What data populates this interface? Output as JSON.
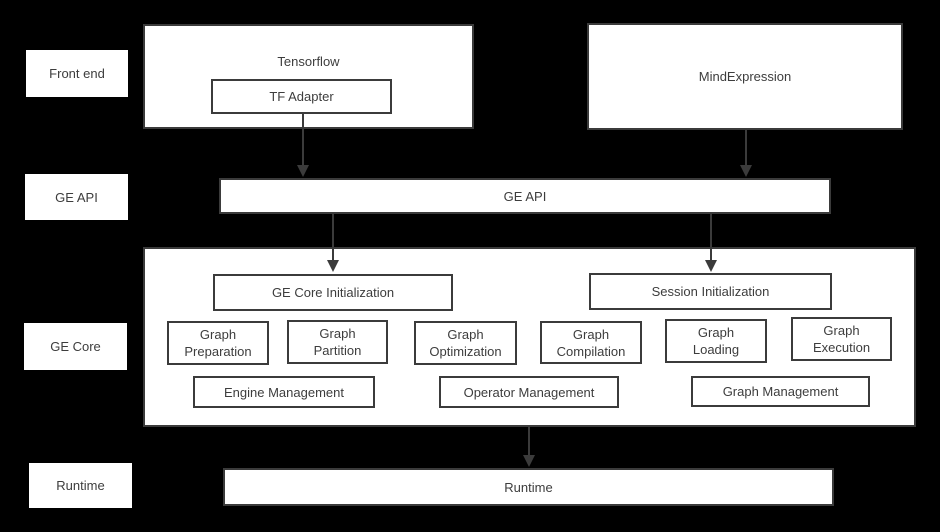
{
  "colors": {
    "background": "#000000",
    "box_fill": "#ffffff",
    "border": "#3b3b3b",
    "text": "#3d3d3d",
    "arrow": "#3b3b3b"
  },
  "row_labels": [
    {
      "label": "Front end"
    },
    {
      "label": "GE API"
    },
    {
      "label": "GE Core"
    },
    {
      "label": "Runtime"
    }
  ],
  "front_end": {
    "tensorflow_title": "Tensorflow",
    "tf_adapter_label": "TF Adapter",
    "mindexpression_label": "MindExpression"
  },
  "ge_api": {
    "label": "GE API"
  },
  "ge_core": {
    "initialization": [
      {
        "label": "GE Core Initialization"
      },
      {
        "label": "Session Initialization"
      }
    ],
    "functions": [
      {
        "line1": "Graph",
        "line2": "Preparation"
      },
      {
        "line1": "Graph",
        "line2": "Partition"
      },
      {
        "line1": "Graph",
        "line2": "Optimization"
      },
      {
        "line1": "Graph",
        "line2": "Compilation"
      },
      {
        "line1": "Graph",
        "line2": "Loading"
      },
      {
        "line1": "Graph",
        "line2": "Execution"
      }
    ],
    "management": [
      {
        "label": "Engine Management"
      },
      {
        "label": "Operator Management"
      },
      {
        "label": "Graph Management"
      }
    ]
  },
  "runtime": {
    "label": "Runtime"
  }
}
